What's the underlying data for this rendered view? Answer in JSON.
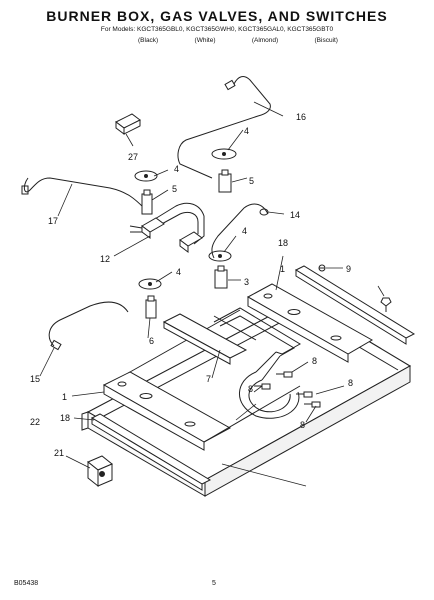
{
  "header": {
    "title": "BURNER BOX, GAS VALVES, AND SWITCHES",
    "subtitle": "For Models: KGCT365GBL0, KGCT365GWH0, KGCT365GAL0, KGCT365GBT0",
    "variants": [
      "(Black)",
      "(White)",
      "(Almond)",
      "(Biscuit)"
    ]
  },
  "callouts": [
    "1",
    "1",
    "3",
    "4",
    "4",
    "4",
    "4",
    "5",
    "5",
    "6",
    "7",
    "8",
    "8",
    "8",
    "8",
    "9",
    "12",
    "14",
    "15",
    "16",
    "17",
    "18",
    "18",
    "21",
    "22",
    "27"
  ],
  "footer": {
    "code": "B05438",
    "page": "5"
  }
}
